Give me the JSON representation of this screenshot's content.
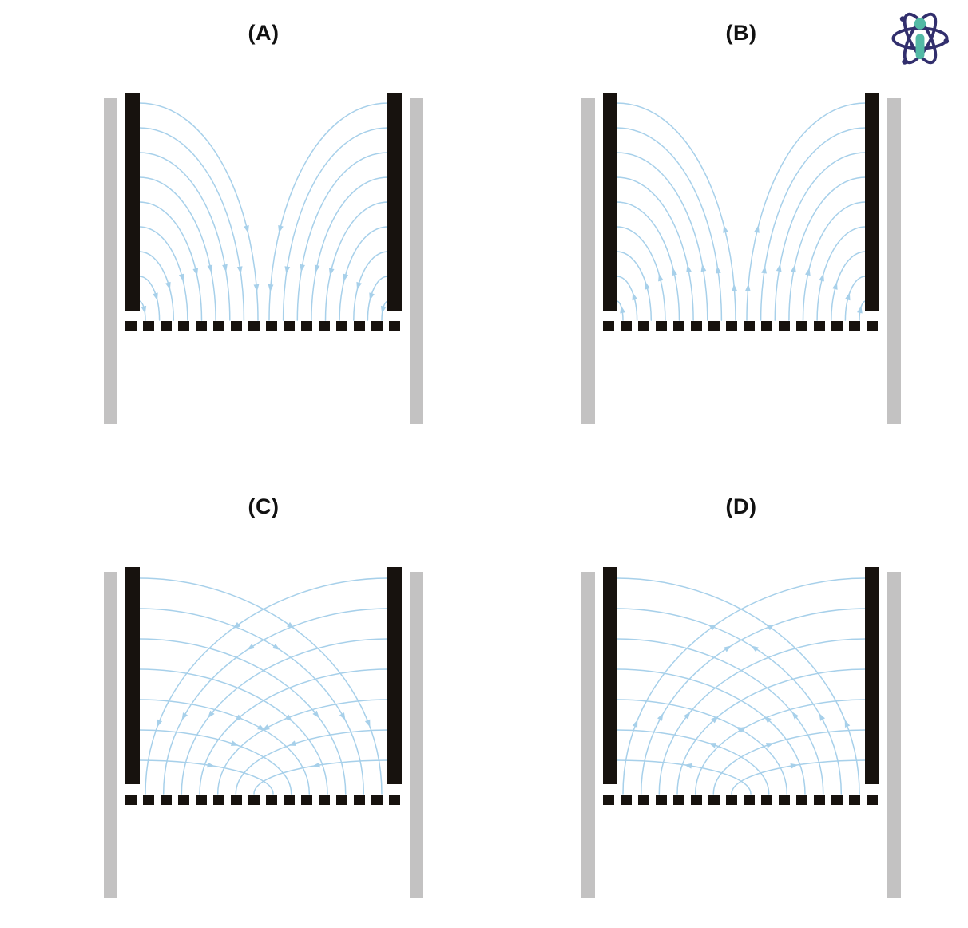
{
  "header": {
    "logo_name": "atom-i-logo"
  },
  "panels": [
    {
      "label": "(A)",
      "pattern": "converge",
      "flow": "toward-bottom"
    },
    {
      "label": "(B)",
      "pattern": "converge",
      "flow": "away-from-bottom"
    },
    {
      "label": "(C)",
      "pattern": "cross",
      "flow": "toward-bottom"
    },
    {
      "label": "(D)",
      "pattern": "cross",
      "flow": "away-from-bottom"
    }
  ],
  "diagram": {
    "elements": {
      "outer_wall": "gray-side-wall",
      "electrode": "black-vertical-plate",
      "bottom_electrode": "dashed-segmented-plate",
      "field_lines": "light-blue-field-lines-with-arrows"
    },
    "colors": {
      "field_line": "#a7d0ea",
      "electrode": "#17120e",
      "outer_wall": "#c3c2c2",
      "background": "#ffffff",
      "title_text": "#111111",
      "logo_orbit": "#322f6d",
      "logo_accent": "#53b9a5"
    }
  }
}
